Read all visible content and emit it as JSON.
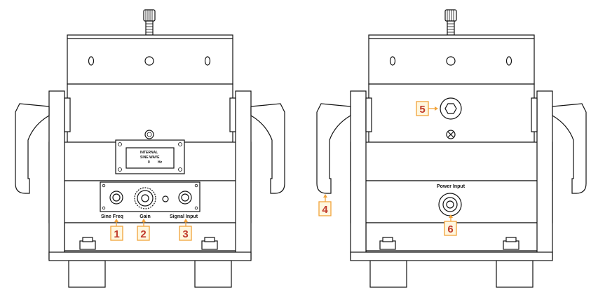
{
  "colors": {
    "callout_border": "#f2a33a",
    "callout_fill": "#fff7df",
    "callout_number": "#c0392b",
    "line": "#111111"
  },
  "front_view": {
    "display": {
      "line1": "INTERNAL",
      "line2": "SINE WAVE",
      "value": "0",
      "unit": "Hz"
    },
    "controls": [
      {
        "callout": "1",
        "label": "Sine Freq"
      },
      {
        "callout": "2",
        "label": "Gain"
      },
      {
        "callout": "3",
        "label": "Signal Input"
      }
    ]
  },
  "back_view": {
    "power_label": "Power Input",
    "callouts": [
      {
        "callout": "4"
      },
      {
        "callout": "5"
      },
      {
        "callout": "6"
      }
    ]
  }
}
